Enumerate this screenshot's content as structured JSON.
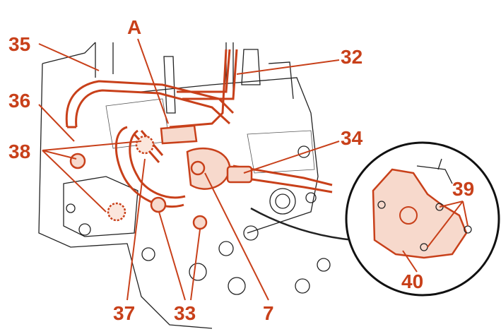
{
  "callouts": {
    "c35": "35",
    "cA": "A",
    "c32": "32",
    "c36": "36",
    "c38": "38",
    "c34": "34",
    "c39": "39",
    "c40": "40",
    "c37": "37",
    "c33": "33",
    "c7": "7"
  },
  "colors": {
    "accent": "#c8401a",
    "line": "#222222"
  }
}
